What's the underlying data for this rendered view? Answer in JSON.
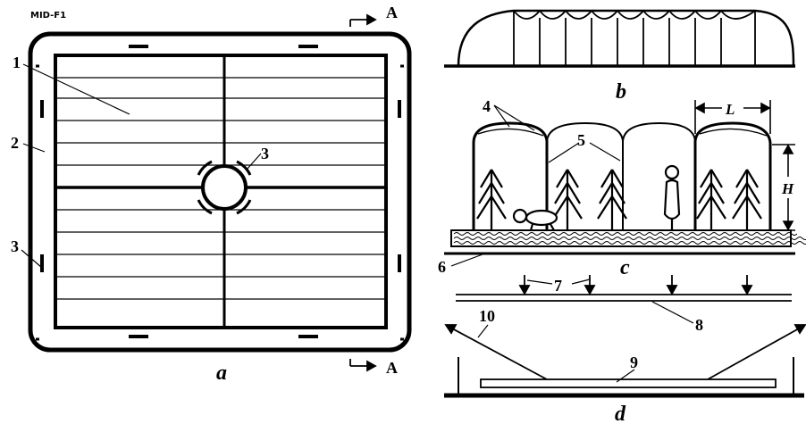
{
  "figure": {
    "code": "MID-F1",
    "section_marker": "A",
    "panels": {
      "a": "a",
      "b": "b",
      "c": "c",
      "d": "d"
    },
    "callouts": {
      "n1": "1",
      "n2": "2",
      "n3": "3",
      "n3b": "3",
      "n4": "4",
      "n5": "5",
      "n6": "6",
      "n7": "7",
      "n8": "8",
      "n9": "9",
      "n10": "10"
    },
    "dimensions": {
      "length": "L",
      "height": "H"
    }
  }
}
